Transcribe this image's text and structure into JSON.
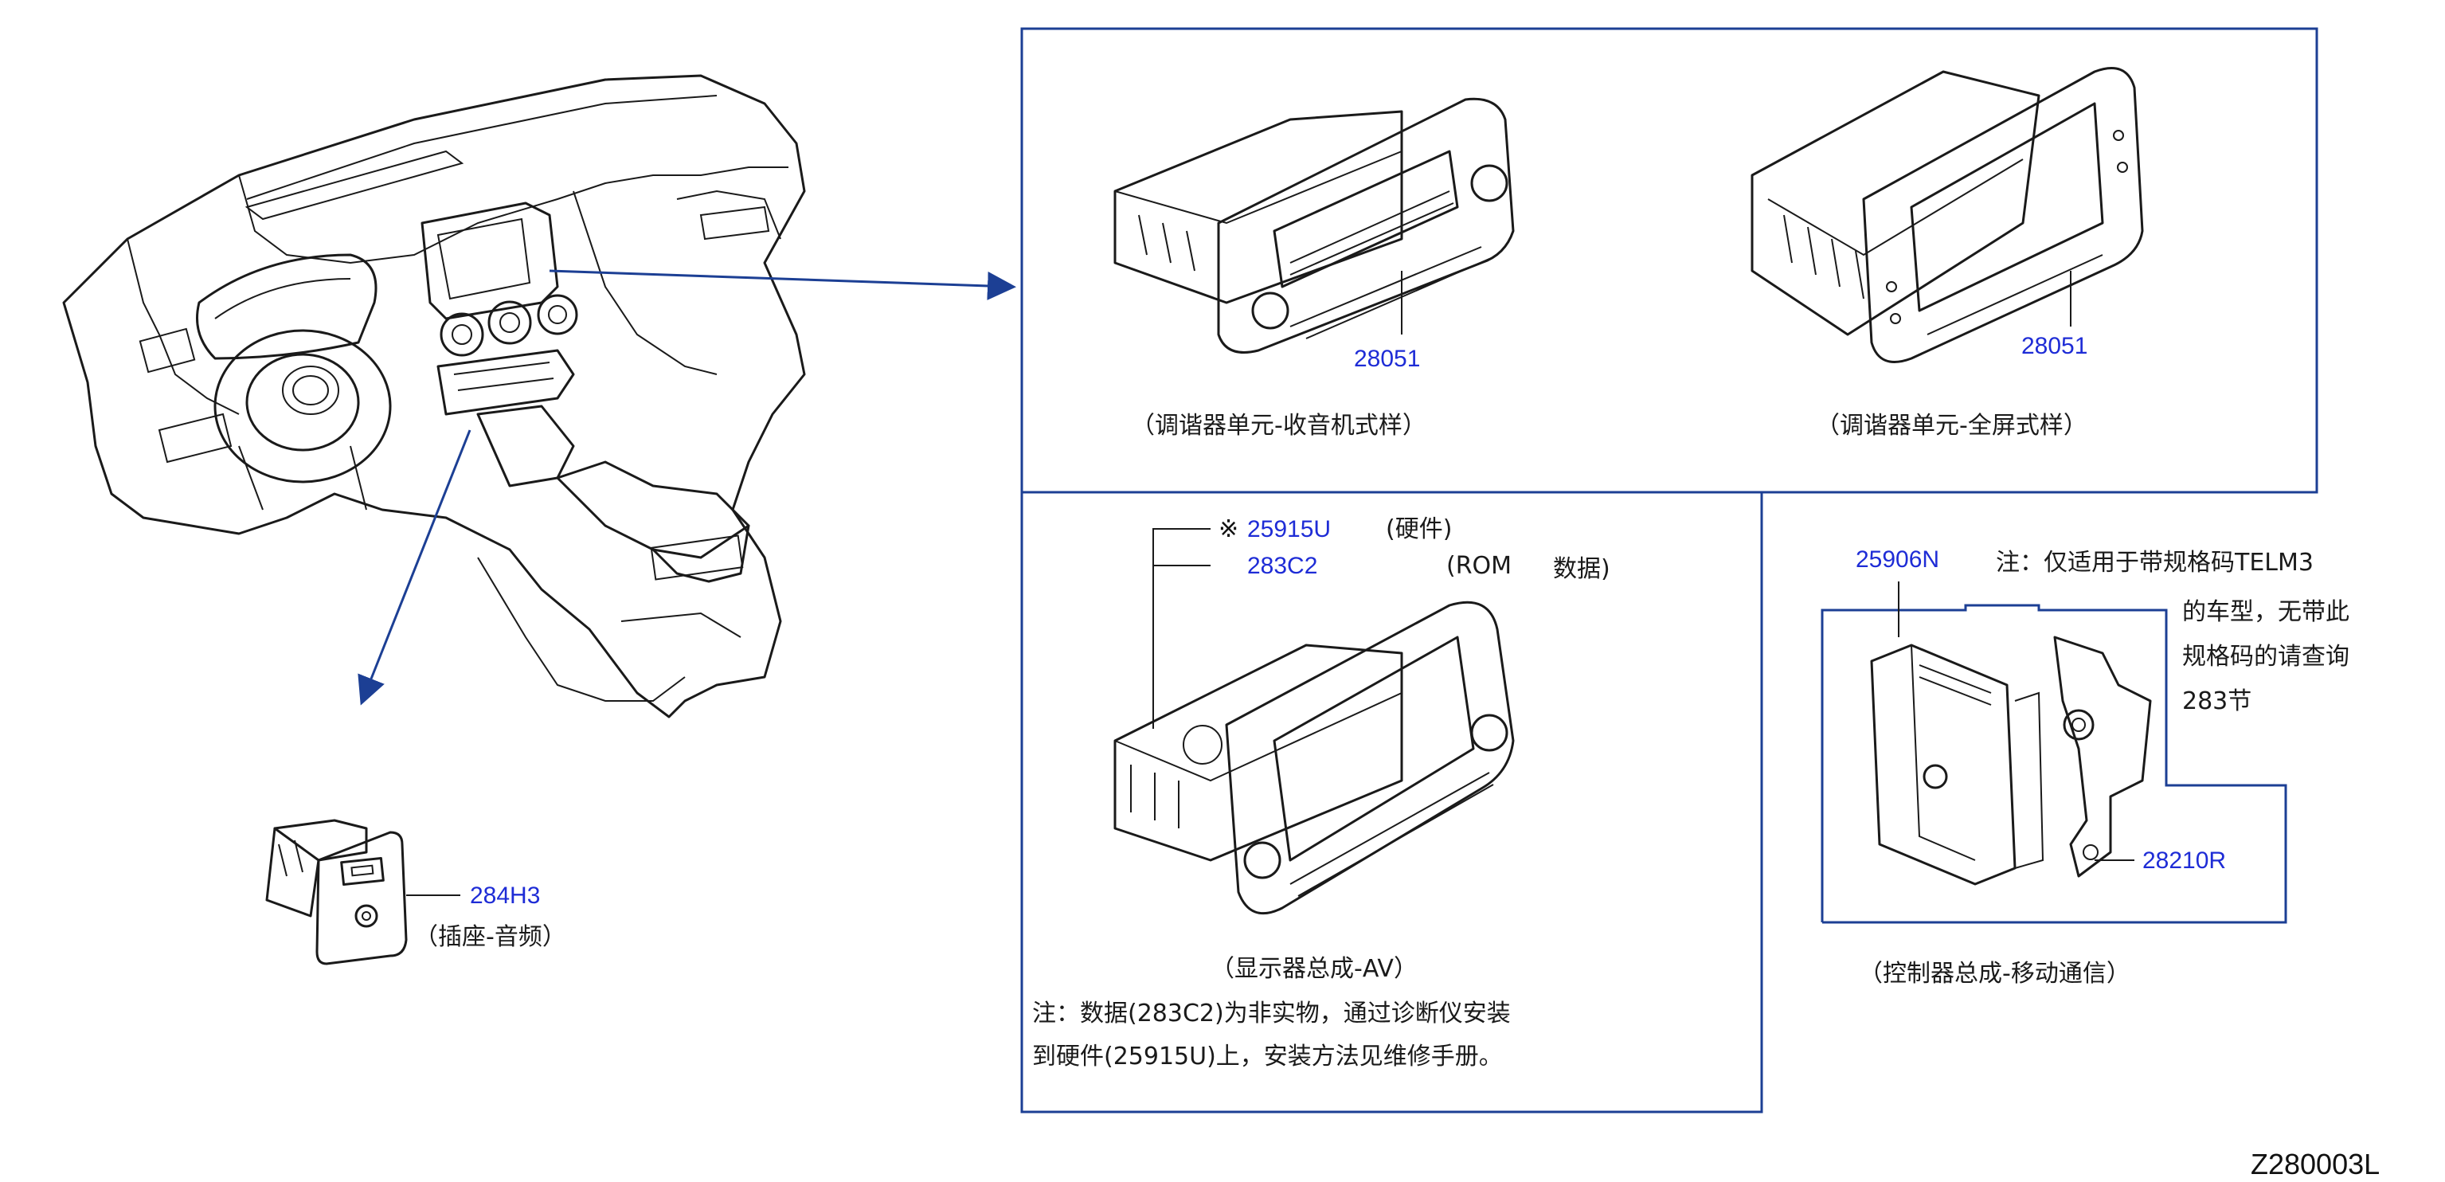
{
  "colors": {
    "frame": "#1c3f94",
    "part_number": "#1e2cd6",
    "text": "#1a1a1a"
  },
  "parts": {
    "tuner_radio": {
      "number": "28051",
      "caption": "（调谐器单元-收音机式样）"
    },
    "tuner_full": {
      "number": "28051",
      "caption": "（调谐器单元-全屏式样）"
    },
    "display_hw": {
      "mark": "※",
      "number": "25915U",
      "note": "(硬件)"
    },
    "display_rom": {
      "number": "283C2",
      "note1": "(ROM",
      "note2": "数据)"
    },
    "display_caption": "（显示器总成-AV）",
    "display_note_line1": "注：数据(283C2)为非实物，通过诊断仪安装",
    "display_note_line2": "到硬件(25915U)上，安装方法见维修手册。",
    "tcu": {
      "number": "25906N",
      "caption": "（控制器总成-移动通信）"
    },
    "tcu_note_line1": "注：仅适用于带规格码TELM3",
    "tcu_note_line2": "的车型，无带此",
    "tcu_note_line3": "规格码的请查询",
    "tcu_note_line4": "283节",
    "bracket": {
      "number": "28210R"
    },
    "usb_socket": {
      "number": "284H3",
      "caption": "（插座-音频）"
    }
  },
  "figure_code": "Z280003L"
}
